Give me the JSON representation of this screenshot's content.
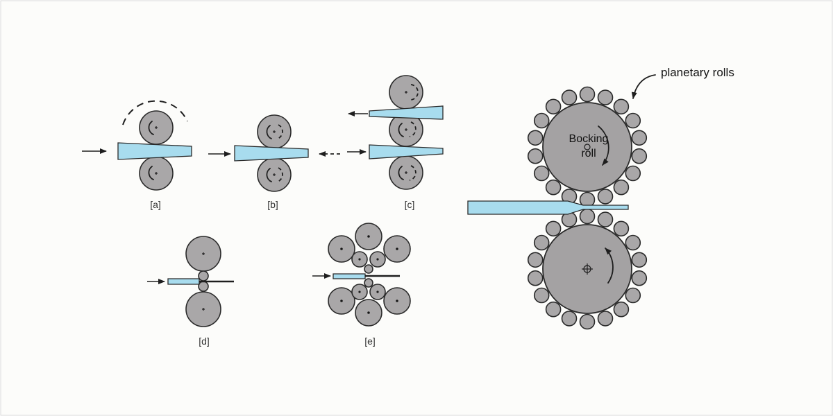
{
  "captions": {
    "a": "[a]",
    "b": "[b]",
    "c": "[c]",
    "d": "[d]",
    "e": "[e]"
  },
  "labels": {
    "planetary": "planetary rolls",
    "backing_line1": "Bocking",
    "backing_line2": "roll"
  }
}
